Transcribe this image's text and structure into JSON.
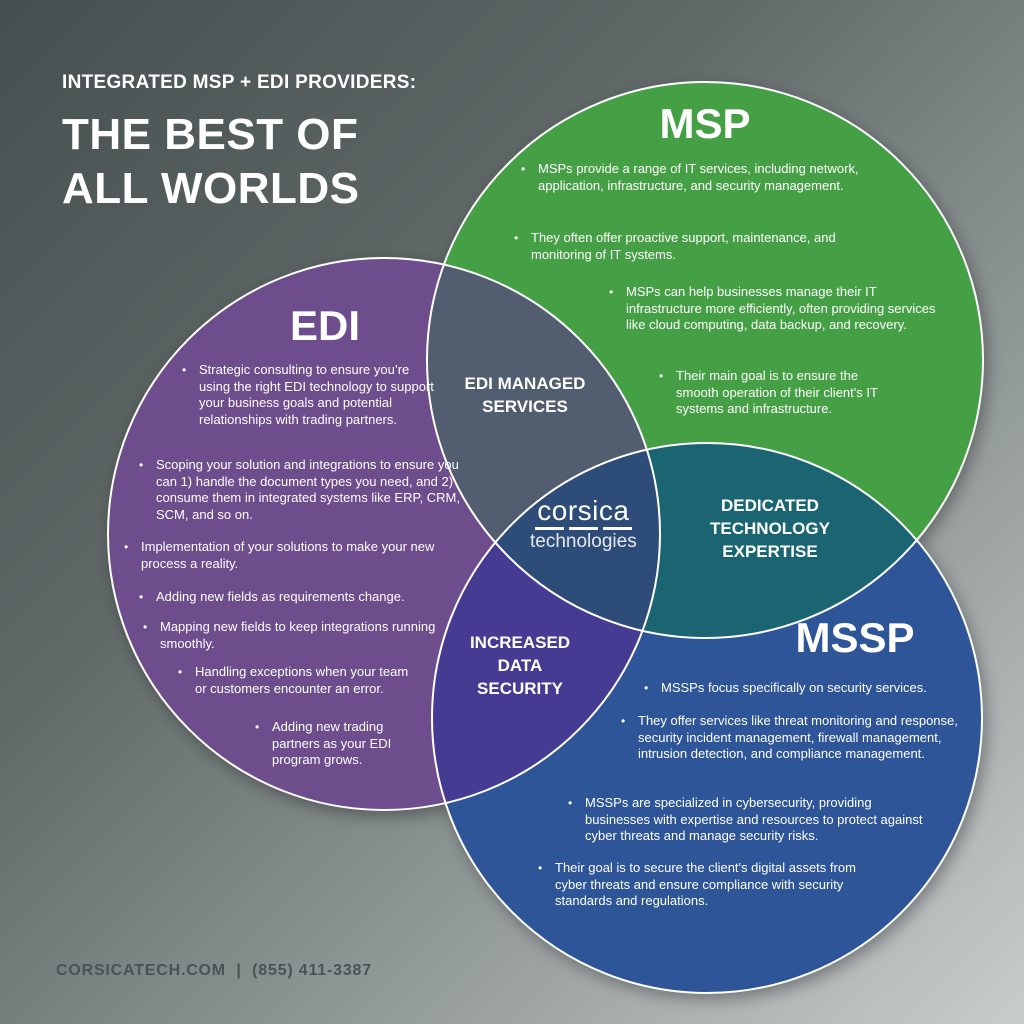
{
  "header": {
    "kicker": "INTEGRATED MSP + EDI PROVIDERS:",
    "title_line1": "THE BEST OF",
    "title_line2": "ALL WORLDS"
  },
  "colors": {
    "msp": "#45a045",
    "edi": "#6e4d8d",
    "mssp": "#2d5497",
    "edi_msp_overlap": "#525d6f",
    "msp_mssp_overlap": "#1b6573",
    "edi_mssp_overlap": "#463b93",
    "center": "#2d4c77"
  },
  "circles": {
    "msp": {
      "title": "MSP",
      "bullets": [
        "MSPs provide a range of IT services, including network, application, infrastructure, and security management.",
        "They often offer proactive support, maintenance, and monitoring of IT systems.",
        "MSPs can help businesses manage their IT infrastructure more efficiently, often providing services like cloud computing, data backup, and recovery.",
        "Their main goal is to ensure the smooth operation of their client's IT systems and infrastructure."
      ]
    },
    "edi": {
      "title": "EDI",
      "bullets": [
        "Strategic consulting to ensure you’re using the right EDI technology to support your business goals and potential relationships with trading partners.",
        "Scoping your solution and integrations to ensure you can 1) handle the document types you need, and 2) consume them in integrated systems like ERP, CRM, SCM, and so on.",
        "Implementation of your solutions to make your new process a reality.",
        "Adding new fields as requirements change.",
        "Mapping new fields to keep integrations running smoothly.",
        "Handling exceptions when your team or customers encounter an error.",
        "Adding new trading partners as your EDI program grows."
      ]
    },
    "mssp": {
      "title": "MSSP",
      "bullets": [
        "MSSPs focus specifically on security services.",
        "They offer services like threat monitoring and response, security incident management, firewall management, intrusion detection, and compliance management.",
        "MSSPs are specialized in cybersecurity, providing businesses with expertise and resources to protect against cyber threats and manage security risks.",
        "Their goal is to secure the client's digital assets from cyber threats and ensure compliance with security standards and regulations."
      ]
    }
  },
  "overlaps": {
    "edi_msp": {
      "line1": "EDI MANAGED",
      "line2": "SERVICES"
    },
    "msp_mssp": {
      "line1": "DEDICATED",
      "line2": "TECHNOLOGY",
      "line3": "EXPERTISE"
    },
    "edi_mssp": {
      "line1": "INCREASED",
      "line2": "DATA",
      "line3": "SECURITY"
    }
  },
  "logo": {
    "name": "corsica",
    "sub": "technologies"
  },
  "footer": {
    "text": "CORSICATECH.COM  |  (855) 411-3387"
  }
}
